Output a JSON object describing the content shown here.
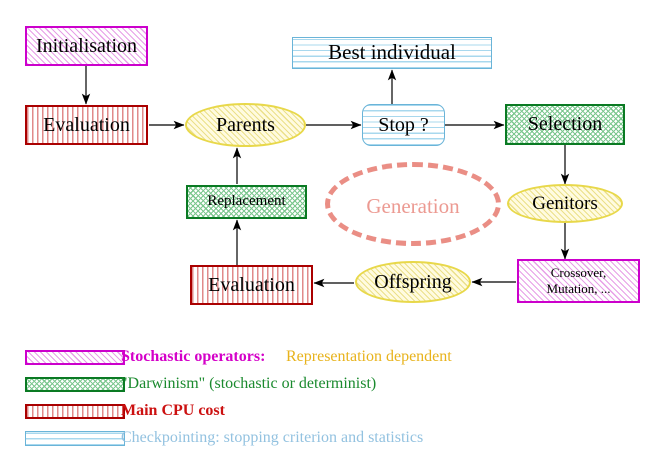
{
  "diagram": {
    "title": "Evolutionary algorithm cycle",
    "nodes": [
      {
        "id": "initialisation",
        "label": "Initialisation",
        "style": "magenta-box"
      },
      {
        "id": "evaluation-top",
        "label": "Evaluation",
        "style": "red-box"
      },
      {
        "id": "parents",
        "label": "Parents",
        "style": "yellow-ellipse"
      },
      {
        "id": "best",
        "label": "Best individual",
        "style": "blue-box"
      },
      {
        "id": "stop",
        "label": "Stop ?",
        "style": "blue-box-rounded"
      },
      {
        "id": "selection",
        "label": "Selection",
        "style": "green-box"
      },
      {
        "id": "genitors",
        "label": "Genitors",
        "style": "yellow-ellipse"
      },
      {
        "id": "crossover",
        "label": "Crossover,\nMutation, ...",
        "style": "magenta-box"
      },
      {
        "id": "offspring",
        "label": "Offspring",
        "style": "yellow-ellipse"
      },
      {
        "id": "evaluation-bot",
        "label": "Evaluation",
        "style": "red-box"
      },
      {
        "id": "replacement",
        "label": "Replacement",
        "style": "green-box"
      },
      {
        "id": "generation",
        "label": "Generation",
        "style": "dashed-ellipse"
      }
    ],
    "edges": [
      {
        "from": "initialisation",
        "to": "evaluation-top"
      },
      {
        "from": "evaluation-top",
        "to": "parents"
      },
      {
        "from": "parents",
        "to": "stop"
      },
      {
        "from": "stop",
        "to": "best"
      },
      {
        "from": "stop",
        "to": "selection"
      },
      {
        "from": "selection",
        "to": "genitors"
      },
      {
        "from": "genitors",
        "to": "crossover"
      },
      {
        "from": "crossover",
        "to": "offspring"
      },
      {
        "from": "offspring",
        "to": "evaluation-bot"
      },
      {
        "from": "evaluation-bot",
        "to": "replacement"
      },
      {
        "from": "replacement",
        "to": "parents"
      }
    ]
  },
  "legend": {
    "rows": [
      {
        "swatch": "magenta-hatch",
        "text": "Stochastic operators:",
        "text2": "Representation dependent"
      },
      {
        "swatch": "green-hatch",
        "text": "\"Darwinism\" (stochastic or determinist)",
        "text2": ""
      },
      {
        "swatch": "red-hatch",
        "text": "Main CPU cost",
        "text2": ""
      },
      {
        "swatch": "blue-hatch",
        "text": "Checkpointing: stopping criterion and statistics",
        "text2": ""
      }
    ]
  },
  "colors": {
    "magenta": "#cc00cc",
    "green": "#0a7a23",
    "red": "#aa0000",
    "blue": "#6ab4d8",
    "yellow": "#e8d84a",
    "salmon": "#ea8e85",
    "gold_text": "#e8b31c",
    "magenta_text": "#d400c8",
    "green_text": "#1a8a2e",
    "red_text": "#cc1111",
    "blue_text": "#93c2e0"
  }
}
